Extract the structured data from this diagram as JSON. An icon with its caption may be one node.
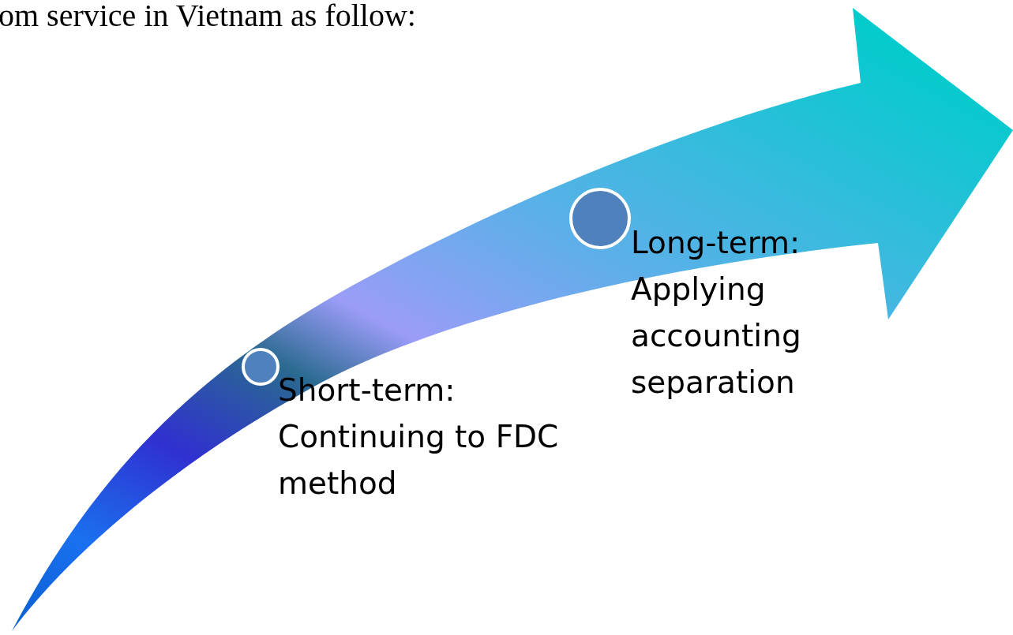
{
  "diagram": {
    "nodes": [
      {
        "text": [],
        "shape": "circle",
        "beside": [
          "Short-term: Continuing to FDC method"
        ]
      },
      {
        "text": [],
        "shape": "circle",
        "beside": [
          "Long-term: Applying accounting separation"
        ]
      }
    ],
    "edges": [],
    "labels": [
      "om service in Vietnam as follow:"
    ]
  }
}
